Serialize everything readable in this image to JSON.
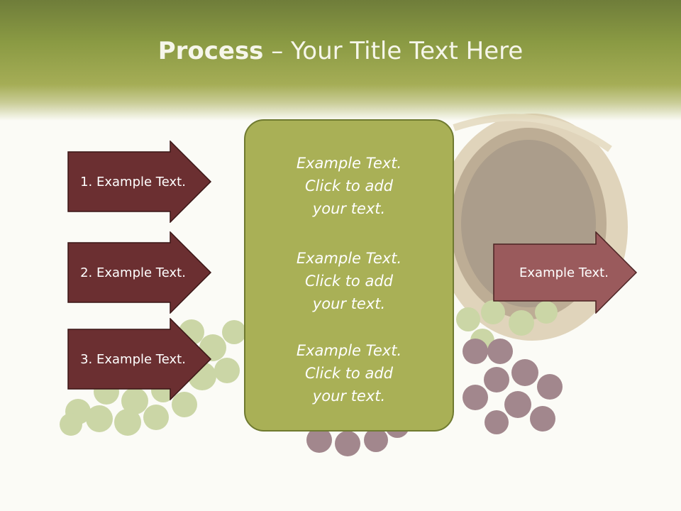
{
  "title": {
    "bold": "Process",
    "rest": " – Your Title Text Here"
  },
  "left_arrows": [
    "1. Example Text.",
    "2. Example Text.",
    "3. Example Text."
  ],
  "center_items": [
    [
      "Example Text.",
      "Click  to add",
      "your text."
    ],
    [
      "Example Text.",
      "Click  to add",
      "your text."
    ],
    [
      "Example Text.",
      "Click  to add",
      "your text."
    ]
  ],
  "right_arrow": "Example Text.",
  "colors": {
    "header": "#8a9a43",
    "arrow_dark": "#6b2f31",
    "arrow_light": "#9a5a5c",
    "box": "#a9b056"
  }
}
